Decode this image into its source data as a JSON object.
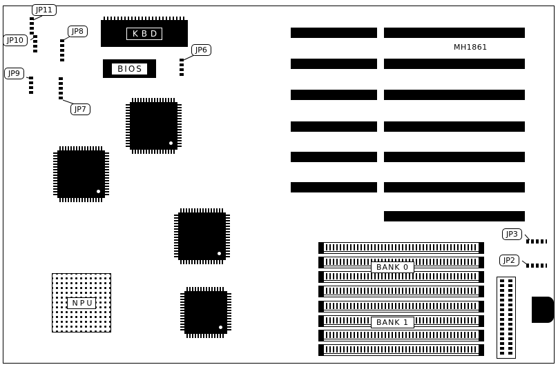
{
  "diagram": {
    "part_number": "MH1861",
    "chips": {
      "kbd": "KBD",
      "bios": "BIOS",
      "npu": "NPU"
    },
    "memory": {
      "bank0": "BANK 0",
      "bank1": "BANK 1"
    },
    "jumpers": {
      "jp2": "JP2",
      "jp3": "JP3",
      "jp6": "JP6",
      "jp7": "JP7",
      "jp8": "JP8",
      "jp9": "JP9",
      "jp10": "JP10",
      "jp11": "JP11"
    },
    "colors": {
      "line": "#000000",
      "background": "#ffffff"
    }
  }
}
